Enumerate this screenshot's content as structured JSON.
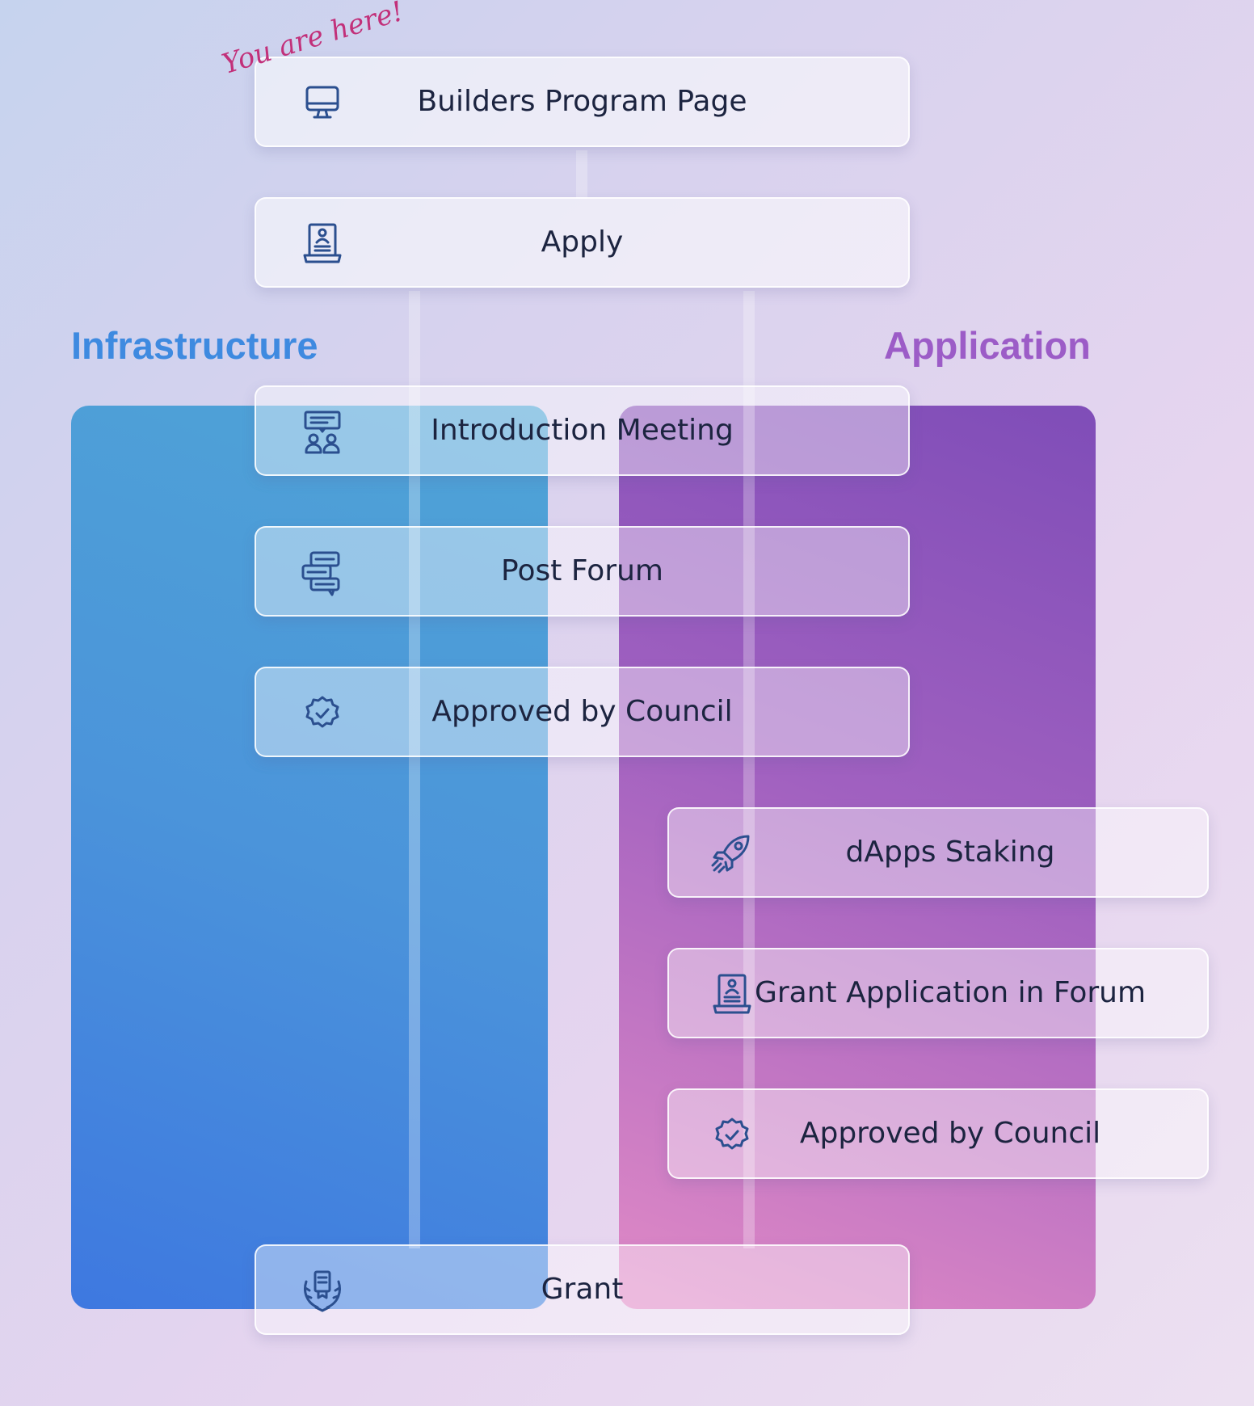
{
  "annotation": "You are here!",
  "tracks": {
    "infrastructure": {
      "title": "Infrastructure",
      "color": "#3e8ae0"
    },
    "application": {
      "title": "Application",
      "color": "#9c5cc7"
    }
  },
  "steps": [
    {
      "label": "Builders Program Page",
      "icon": "monitor-icon"
    },
    {
      "label": "Apply",
      "icon": "laptop-profile-icon"
    },
    {
      "label": "Introduction Meeting",
      "icon": "meeting-presentation-icon"
    },
    {
      "label": "Post Forum",
      "icon": "chat-bubbles-icon"
    },
    {
      "label": "Approved by Council",
      "icon": "verified-badge-icon"
    },
    {
      "label": "dApps Staking",
      "icon": "rocket-icon"
    },
    {
      "label": "Grant Application in Forum",
      "icon": "laptop-profile-icon"
    },
    {
      "label": "Approved by Council",
      "icon": "verified-badge-icon"
    },
    {
      "label": "Grant",
      "icon": "award-laurel-icon"
    }
  ],
  "colors": {
    "icon_stroke": "#2b4f8f",
    "annotation": "#c2307a",
    "text": "#1c2440"
  }
}
